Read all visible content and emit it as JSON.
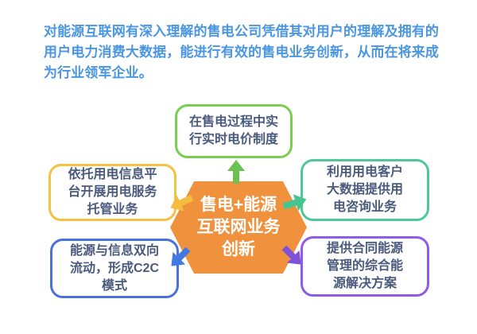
{
  "intro": {
    "text": "对能源互联网有深入理解的售电公司凭借其对用户的理解及拥有的用户电力消费大数据，能进行有效的售电业务创新，从而在将来成为行业领军企业。",
    "color": "#4a96e2"
  },
  "hexagon": {
    "label": "售电+能源\n互联网业务\n创新",
    "fill": "#f0923d",
    "text_color": "#ffffff"
  },
  "nodes": [
    {
      "id": "top",
      "label": "在售电过程中实\n行实时电价制度",
      "border_color": "#79ce52",
      "arrow_color": "#6cc24e",
      "arrow_direction": "up"
    },
    {
      "id": "left-top",
      "label": "依托用电信息平\n台开展用电服务\n托管业务",
      "border_color": "#f6c143",
      "arrow_color": "#f6bc3f",
      "arrow_direction": "left"
    },
    {
      "id": "right-top",
      "label": "利用用电客户\n大数据提供用\n电咨询业务",
      "border_color": "#4fc898",
      "arrow_color": "#45c690",
      "arrow_direction": "right"
    },
    {
      "id": "left-bottom",
      "label": "能源与信息双向\n流动，形成C2C\n模式",
      "border_color": "#4a72dc",
      "arrow_color": "#4479e2",
      "arrow_direction": "down-left"
    },
    {
      "id": "right-bottom",
      "label": "提供合同能源\n管理的综合能\n源解决方案",
      "border_color": "#8e5ce8",
      "arrow_color": "#8151d8",
      "arrow_direction": "down-right"
    }
  ],
  "text_color": "#4a5a7c",
  "background": "#ffffff"
}
